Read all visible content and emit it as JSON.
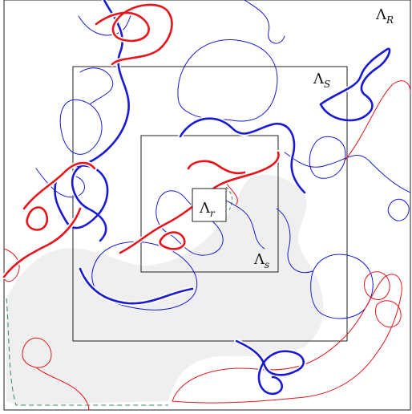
{
  "colors": {
    "red": "#e8141b",
    "blue": "#1a1ad6",
    "shade": "#efefef",
    "dash": "#3a8a5a",
    "frame": "#222222"
  },
  "labels": {
    "outer": {
      "main": "Λ",
      "sub": "R"
    },
    "big": {
      "main": "Λ",
      "sub": "S"
    },
    "medium": {
      "main": "Λ",
      "sub": "s"
    },
    "inner": {
      "main": "Λ",
      "sub": "r"
    }
  }
}
